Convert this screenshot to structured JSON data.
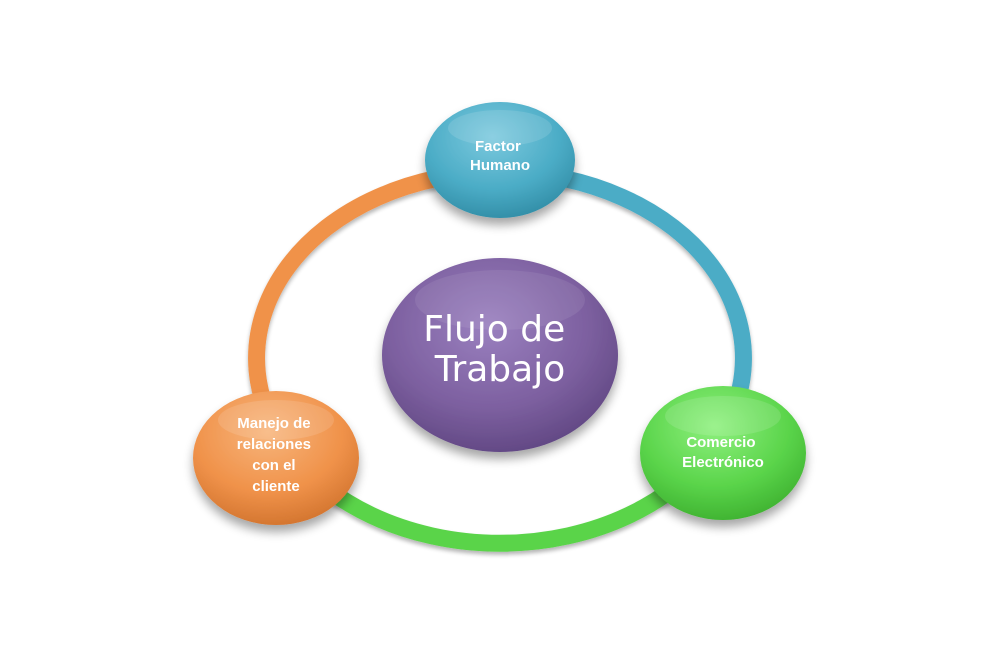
{
  "diagram": {
    "center": {
      "lines": [
        "Flujo de",
        "Trabajo"
      ],
      "color": "#7d60a0"
    },
    "nodes": [
      {
        "id": "factor-humano",
        "lines": [
          "Factor",
          "Humano"
        ],
        "color": "#4bacc6"
      },
      {
        "id": "comercio-electronico",
        "lines": [
          "Comercio",
          "Electrónico"
        ],
        "color": "#5ad44a"
      },
      {
        "id": "manejo-relaciones",
        "lines": [
          "Manejo de",
          "relaciones",
          "con el",
          "cliente"
        ],
        "color": "#f0924a"
      }
    ],
    "arc_colors": {
      "top_right": "#4bacc6",
      "bottom": "#5ad44a",
      "left": "#f0924a"
    }
  }
}
